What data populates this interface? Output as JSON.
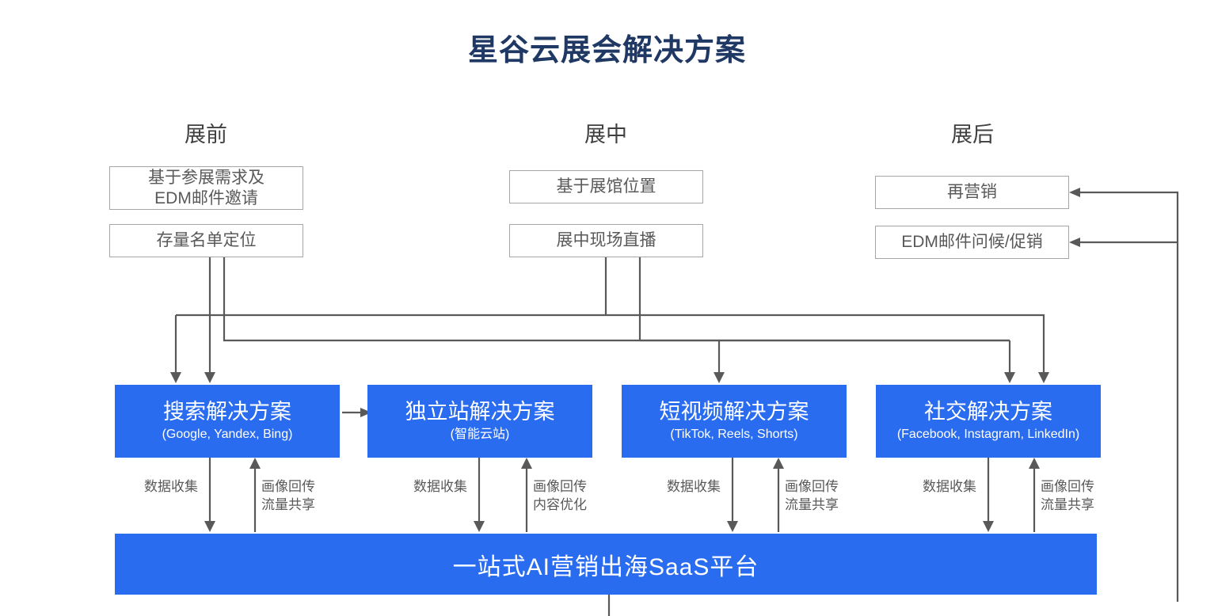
{
  "title": "星谷云展会解决方案",
  "theme": {
    "title_color": "#1f3864",
    "brand_blue": "#2a6cf0",
    "box_border": "#a6a6a6",
    "box_text": "#595959",
    "connector": "#595959"
  },
  "phases": [
    {
      "id": "pre",
      "label": "展前"
    },
    {
      "id": "mid",
      "label": "展中"
    },
    {
      "id": "post",
      "label": "展后"
    }
  ],
  "phase_boxes": [
    {
      "id": "pre-1",
      "phase": "pre",
      "text": "基于参展需求及\nEDM邮件邀请"
    },
    {
      "id": "pre-2",
      "phase": "pre",
      "text": "存量名单定位"
    },
    {
      "id": "mid-1",
      "phase": "mid",
      "text": "基于展馆位置"
    },
    {
      "id": "mid-2",
      "phase": "mid",
      "text": "展中现场直播"
    },
    {
      "id": "post-1",
      "phase": "post",
      "text": "再营销"
    },
    {
      "id": "post-2",
      "phase": "post",
      "text": "EDM邮件问候/促销"
    }
  ],
  "solutions": [
    {
      "id": "search",
      "title": "搜索解决方案",
      "subtitle": "(Google, Yandex, Bing)"
    },
    {
      "id": "site",
      "title": "独立站解决方案",
      "subtitle": "(智能云站)"
    },
    {
      "id": "video",
      "title": "短视频解决方案",
      "subtitle": "(TikTok, Reels, Shorts)"
    },
    {
      "id": "social",
      "title": "社交解决方案",
      "subtitle": "(Facebook, Instagram, LinkedIn)"
    }
  ],
  "flow_labels": [
    {
      "id": "search-down",
      "text": "数据收集"
    },
    {
      "id": "search-up",
      "text": "画像回传\n流量共享"
    },
    {
      "id": "site-down",
      "text": "数据收集"
    },
    {
      "id": "site-up",
      "text": "画像回传\n内容优化"
    },
    {
      "id": "video-down",
      "text": "数据收集"
    },
    {
      "id": "video-up",
      "text": "画像回传\n流量共享"
    },
    {
      "id": "social-down",
      "text": "数据收集"
    },
    {
      "id": "social-up",
      "text": "画像回传\n流量共享"
    }
  ],
  "platform": {
    "label": "一站式AI营销出海SaaS平台"
  }
}
